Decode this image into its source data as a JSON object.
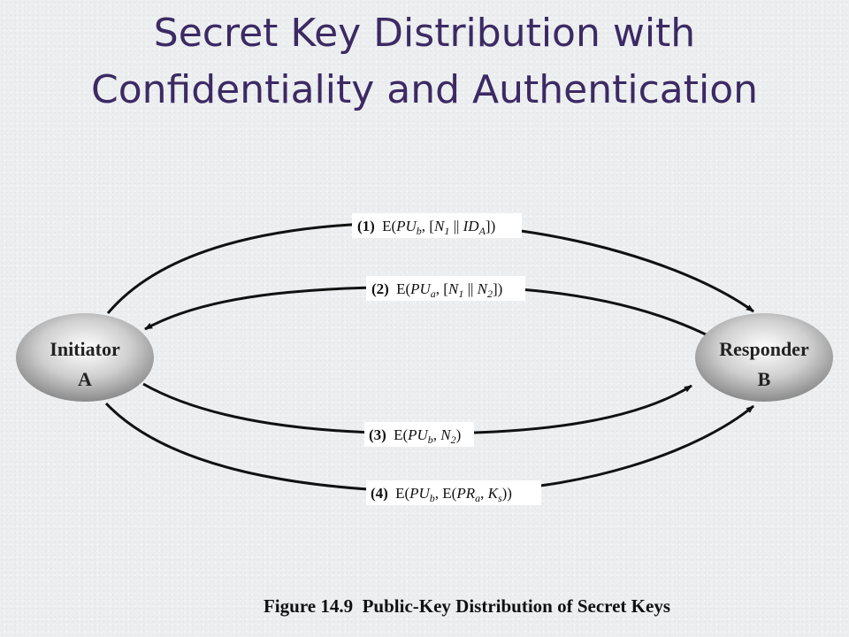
{
  "title": {
    "line1": "Secret Key Distribution with",
    "line2": "Confidentiality and Authentication"
  },
  "nodes": {
    "initiator": {
      "line1": "Initiator",
      "line2": "A"
    },
    "responder": {
      "line1": "Responder",
      "line2": "B"
    }
  },
  "messages": {
    "m1": {
      "num": "(1)",
      "text": "E(PU_b, [N_1 || ID_A])"
    },
    "m2": {
      "num": "(2)",
      "text": "E(PU_a, [N_1 || N_2])"
    },
    "m3": {
      "num": "(3)",
      "text": "E(PU_b, N_2)"
    },
    "m4": {
      "num": "(4)",
      "text": "E(PU_b, E(PR_a, K_s))"
    }
  },
  "caption": "Figure 14.9  Public-Key Distribution of Secret Keys",
  "colors": {
    "title": "#3b2a63",
    "arrow": "#111111",
    "node_light": "#ffffff",
    "node_dark": "#8a8a8a"
  }
}
